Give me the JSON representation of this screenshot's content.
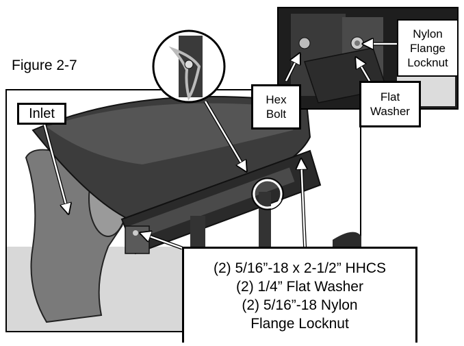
{
  "figure_label": "Figure 2-7",
  "callouts": {
    "inlet": "Inlet",
    "hex_bolt": [
      "Hex",
      "Bolt"
    ],
    "flat_washer": [
      "Flat",
      "Washer"
    ],
    "nylon_flange_locknut": [
      "Nylon",
      "Flange",
      "Locknut"
    ],
    "hardware_list": [
      "(2) 5/16”-18 x 2-1/2” HHCS",
      "(2) 1/4” Flat Washer",
      "(2) 5/16”-18 Nylon",
      "Flange Locknut"
    ]
  }
}
